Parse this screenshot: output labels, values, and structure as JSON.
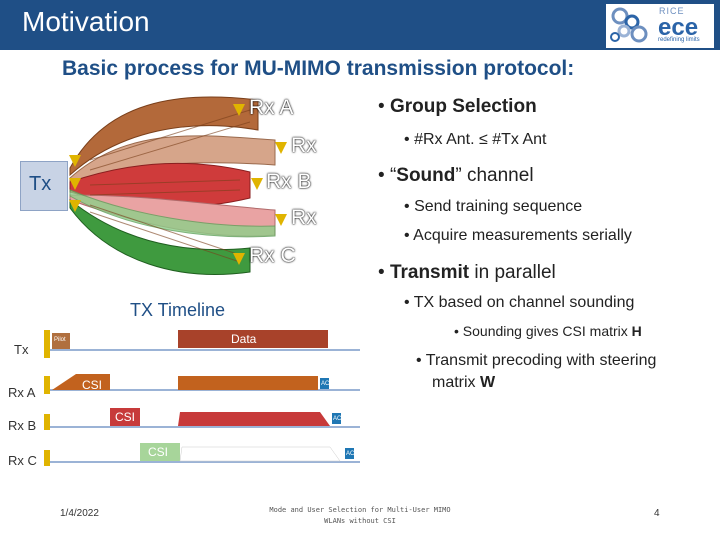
{
  "slide": {
    "title": "Motivation",
    "subtitle": "Basic process for MU-MIMO transmission protocol:",
    "logo": {
      "top": "RICE",
      "main": "ece",
      "tagline": "redefining limits"
    }
  },
  "diagram": {
    "tx_label": "Tx",
    "rx_labels": [
      "Rx A",
      "Rx",
      "Rx B",
      "Rx",
      "Rx C"
    ],
    "beam_colors": [
      "#b3693a",
      "#d6a58a",
      "#cf3b3b",
      "#e9a3a3",
      "#3f9a3f",
      "#8fcf8a"
    ],
    "antenna_color": "#e0b400"
  },
  "bullets": {
    "group_selection": "Group Selection",
    "antenna_rule": "#Rx Ant. ≤ #Tx Ant",
    "sound_prefix": "“",
    "sound_word": "Sound",
    "sound_suffix": "” channel",
    "send_training": "Send training sequence",
    "acquire": "Acquire measurements serially",
    "transmit_word": "Transmit",
    "transmit_suffix": " in parallel",
    "tx_based": "TX based on channel sounding",
    "csi_prefix": "Sounding gives CSI matrix ",
    "csi_matrix": "H",
    "precoding_line1": "Transmit precoding with steering",
    "precoding_line2_prefix": "matrix ",
    "precoding_matrix": "W"
  },
  "timeline": {
    "title": "TX Timeline",
    "rows": [
      "Tx",
      "Rx A",
      "Rx B",
      "Rx C"
    ],
    "pilot_label": "Pilot",
    "data_label": "Data",
    "csi_label": "CSI",
    "ack_label": "ACK",
    "colors": {
      "pilot": "#b06f3e",
      "data": "#a8422a",
      "rx_a": "#c2621e",
      "rx_b": "#c73a3a",
      "rx_c": "#a7d59a",
      "ack": "#1f77b4"
    }
  },
  "footer": {
    "date": "1/4/2022",
    "center_line1": "Mode and User Selection for Multi-User MIMO",
    "center_line2": "WLANs without CSI",
    "page": "4"
  }
}
